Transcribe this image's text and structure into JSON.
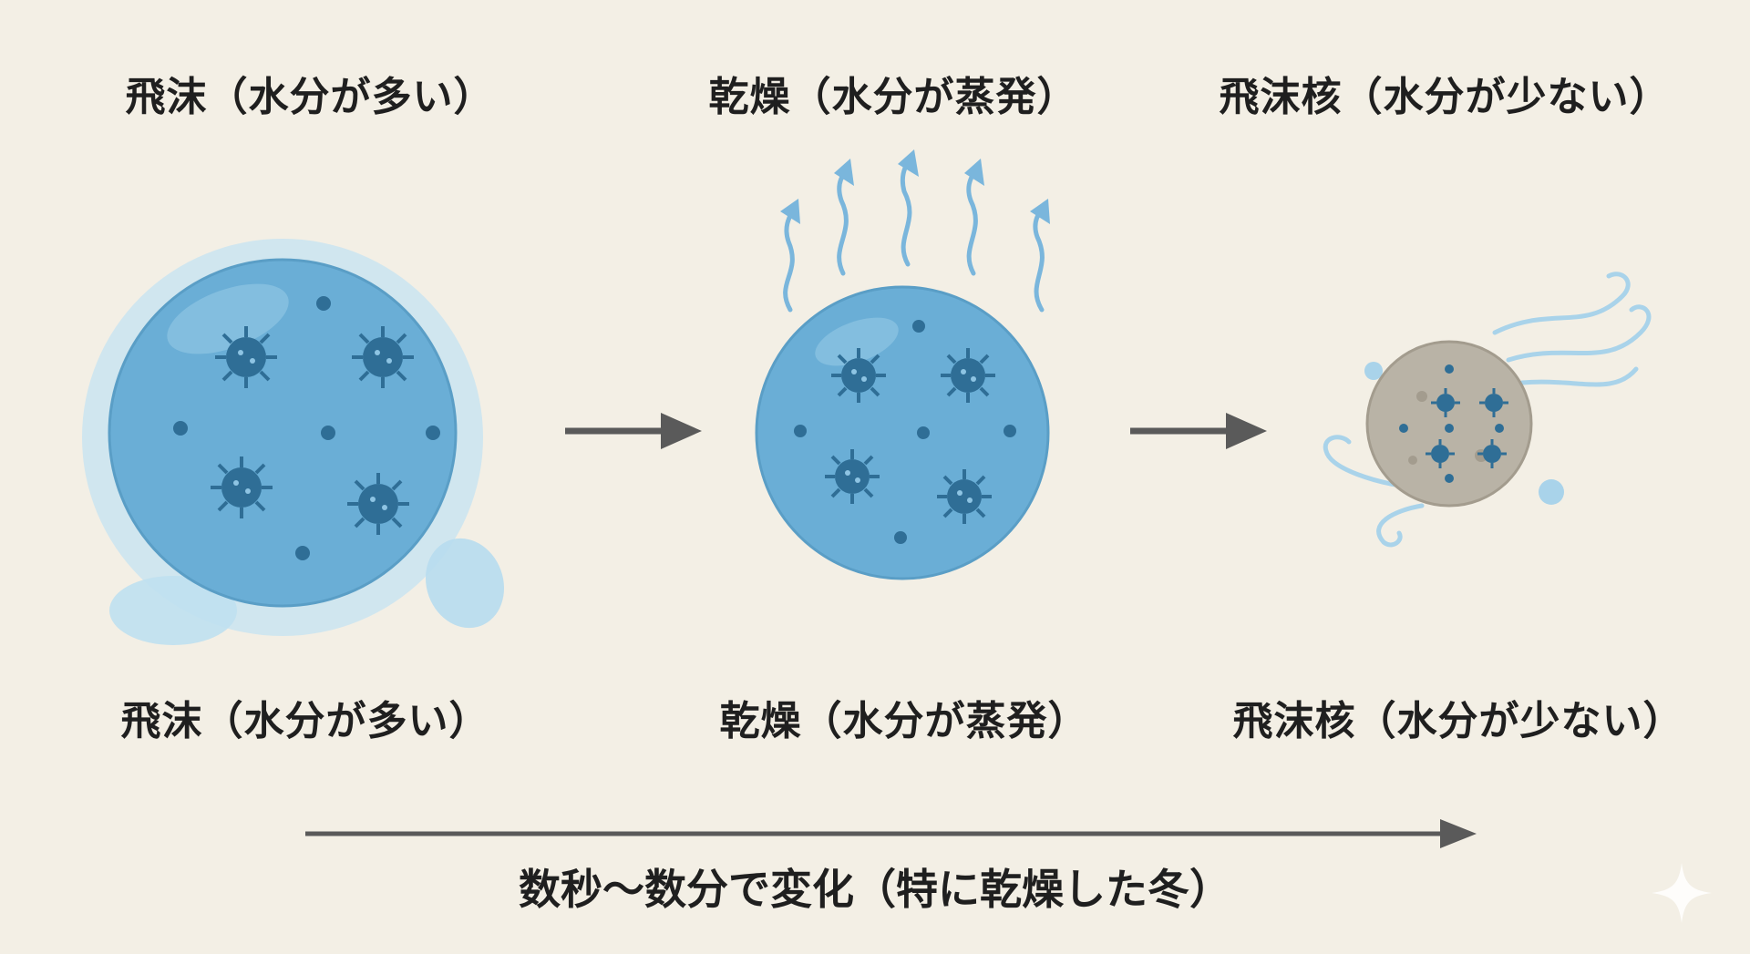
{
  "stages": [
    {
      "top_label": "飛沫（水分が多い）",
      "bottom_label": "飛沫（水分が多い）"
    },
    {
      "top_label": "乾燥（水分が蒸発）",
      "bottom_label": "乾燥（水分が蒸発）"
    },
    {
      "top_label": "飛沫核（水分が少ない）",
      "bottom_label": "飛沫核（水分が少ない）"
    }
  ],
  "timeline": {
    "caption": "数秒～数分で変化（特に乾燥した冬）"
  },
  "colors": {
    "background": "#f3efe5",
    "droplet": "#6aaed6",
    "droplet_halo": "#bfe0ef",
    "virus": "#2f6e96",
    "nucleus": "#b9b3a6",
    "arrow": "#5a5a5a",
    "evaporation": "#7ab6dc"
  }
}
